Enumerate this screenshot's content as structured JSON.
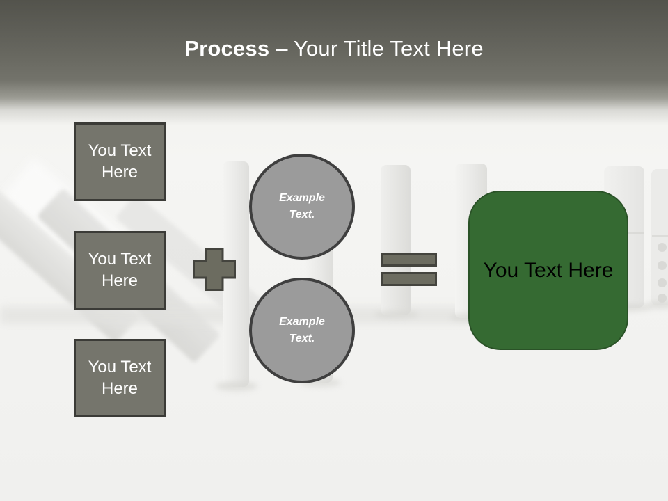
{
  "slide": {
    "title": {
      "bold": "Process",
      "rest": "– Your Title Text Here"
    },
    "left_boxes": [
      {
        "label": "You Text Here"
      },
      {
        "label": "You Text Here"
      },
      {
        "label": "You Text Here"
      }
    ],
    "circles": [
      {
        "label": "Example Text."
      },
      {
        "label": "Example Text."
      }
    ],
    "result_box": {
      "label": "You Text Here"
    },
    "icons": {
      "plus": "plus-icon",
      "equals": "equals-icon"
    },
    "colors": {
      "header_dark": "#53534c",
      "background_light": "#f0f0ee",
      "shape_gray": "#6c6c60",
      "shape_border": "#44443e",
      "box_gray": "#75756c",
      "box_border": "#3b3b37",
      "circle_gray": "#9b9b9b",
      "circle_border": "#3f3f3f",
      "green_fill": "#356a32",
      "green_border": "#2a5227",
      "title_text": "#ffffff",
      "result_text": "#000000"
    }
  }
}
